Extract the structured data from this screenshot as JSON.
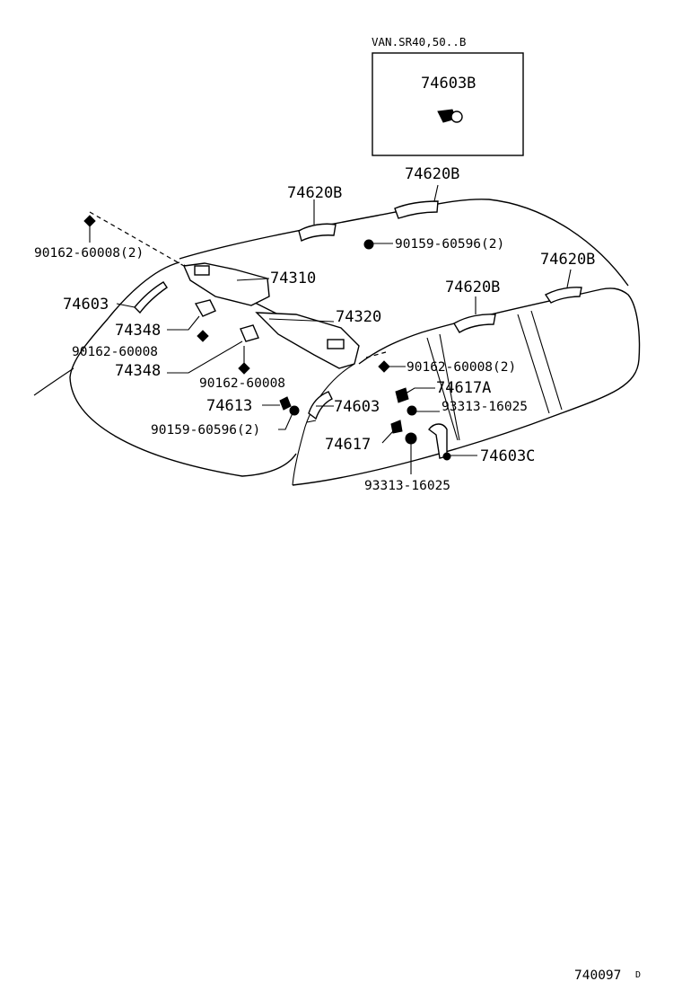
{
  "variant_box": {
    "caption": "VAN.SR40,50..B",
    "part_label": "74603B"
  },
  "labels": {
    "p74620B_a": "74620B",
    "p74620B_b": "74620B",
    "p74620B_c": "74620B",
    "p74620B_d": "74620B",
    "p90162_60008_2_left": "90162-60008(2)",
    "p90159_60596_2_top": "90159-60596(2)",
    "p74310": "74310",
    "p74603_left": "74603",
    "p74320": "74320",
    "p74348_a": "74348",
    "p90162_60008_a": "90162-60008",
    "p74348_b": "74348",
    "p90162_60008_2_right": "90162-60008(2)",
    "p90162_60008_b": "90162-60008",
    "p74617A": "74617A",
    "p74613": "74613",
    "p74603_mid": "74603",
    "p93313_16025_a": "93313-16025",
    "p90159_60596_2_bottom": "90159-60596(2)",
    "p74617": "74617",
    "p74603C": "74603C",
    "p93313_16025_b": "93313-16025"
  },
  "figure_code": "740097",
  "figure_code_suffix": "D"
}
